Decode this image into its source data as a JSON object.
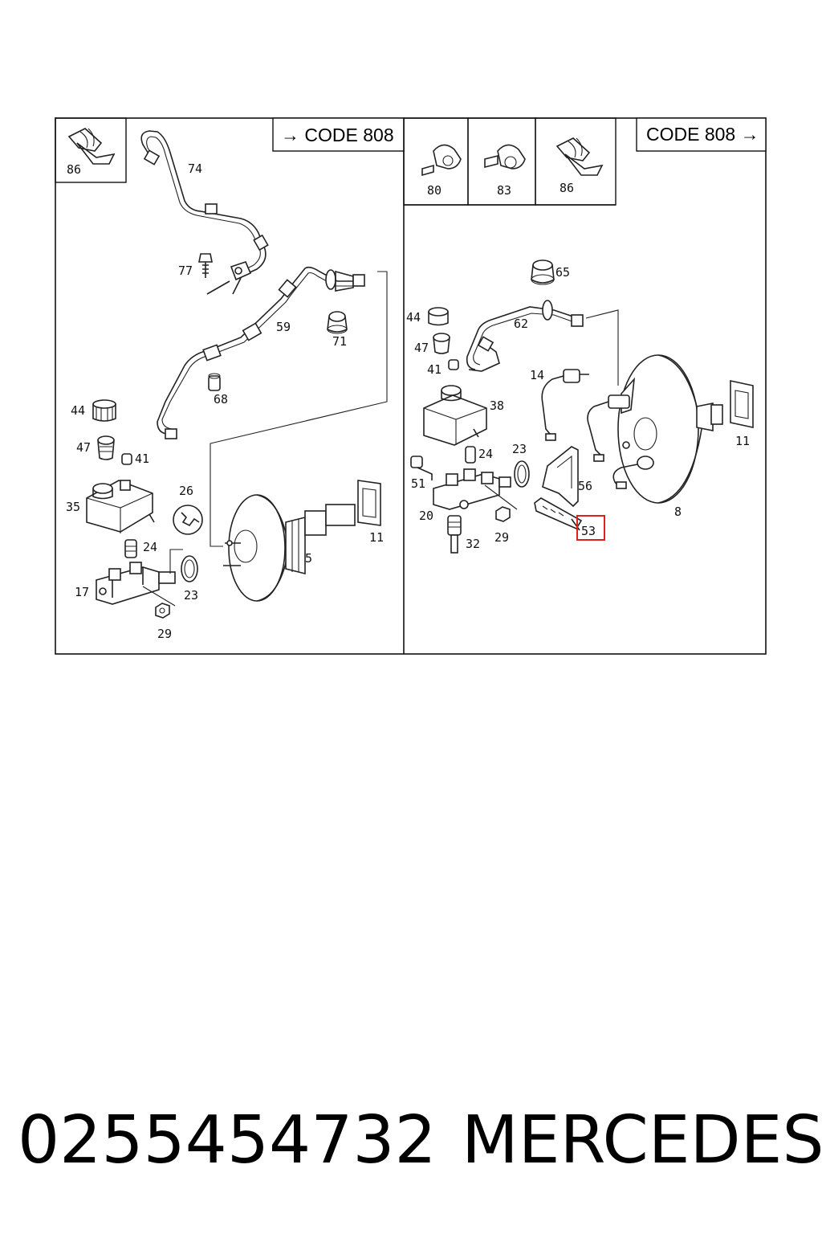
{
  "diagram": {
    "left_panel": {
      "code_box": "→ CODE 808",
      "inset_labels": [
        "86"
      ],
      "part_labels": [
        "74",
        "77",
        "59",
        "71",
        "68",
        "44",
        "47",
        "41",
        "35",
        "26",
        "24",
        "17",
        "23",
        "29",
        "5",
        "11"
      ]
    },
    "right_panel": {
      "code_box": "CODE 808 →",
      "inset_labels": [
        "80",
        "83",
        "86"
      ],
      "part_labels": [
        "65",
        "62",
        "44",
        "47",
        "41",
        "14",
        "38",
        "24",
        "23",
        "51",
        "56",
        "20",
        "29",
        "32",
        "53",
        "8",
        "11"
      ],
      "highlighted_label": "53",
      "highlight_color": "#e0201b"
    }
  },
  "caption": {
    "part_number": "0255454732",
    "brand": "MERCEDES"
  }
}
